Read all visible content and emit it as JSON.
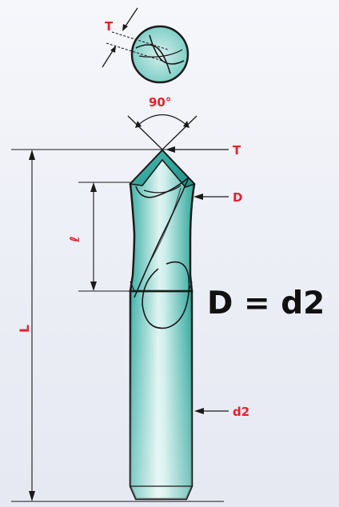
{
  "labels": {
    "T_top": "T",
    "angle": "90°",
    "T_tip": "T",
    "D": "D",
    "ell": "ℓ",
    "L": "L",
    "d2": "d2",
    "formula": "D = d2"
  },
  "colors": {
    "label_red": "#e8202a",
    "formula_black": "#111111",
    "tool_teal_light": "#d8f0ee",
    "tool_teal": "#6cc5bd",
    "tool_teal_dark": "#2a9d93",
    "outline": "#1a1a1a"
  }
}
